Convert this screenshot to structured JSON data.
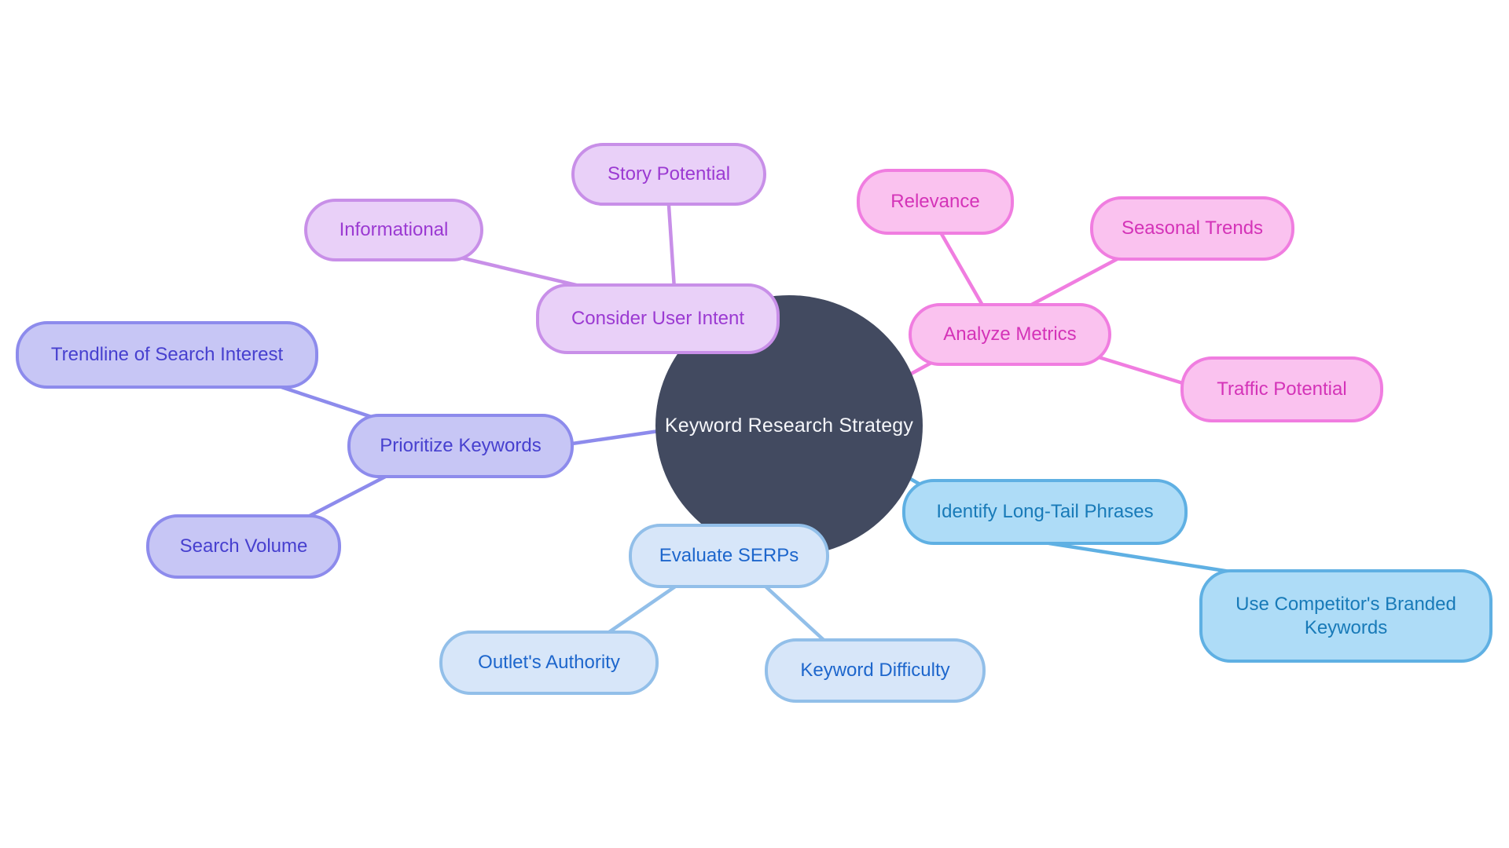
{
  "diagram": {
    "background": "#ffffff",
    "center": {
      "label": "Keyword Research Strategy"
    },
    "center_colors": {
      "fill": "#424a60",
      "text": "#f5f6fa"
    },
    "clusters": {
      "purple": {
        "fill": "#e9d0f8",
        "border": "#c88fe8",
        "text": "#9b3ad2"
      },
      "pink": {
        "fill": "#fac2ef",
        "border": "#f07de0",
        "text": "#d433b8"
      },
      "periwinkle": {
        "fill": "#c7c6f5",
        "border": "#8d8bec",
        "text": "#4740cf"
      },
      "lightblue": {
        "fill": "#d7e6f9",
        "border": "#92bfe9",
        "text": "#1d66cc"
      },
      "skyblue": {
        "fill": "#aedcf7",
        "border": "#5fb0e3",
        "text": "#187ab8"
      }
    },
    "nodes": {
      "consider_user_intent": {
        "label": "Consider User Intent",
        "cluster": "purple"
      },
      "informational": {
        "label": "Informational",
        "cluster": "purple"
      },
      "story_potential": {
        "label": "Story Potential",
        "cluster": "purple"
      },
      "analyze_metrics": {
        "label": "Analyze Metrics",
        "cluster": "pink"
      },
      "relevance": {
        "label": "Relevance",
        "cluster": "pink"
      },
      "seasonal_trends": {
        "label": "Seasonal Trends",
        "cluster": "pink"
      },
      "traffic_potential": {
        "label": "Traffic Potential",
        "cluster": "pink"
      },
      "prioritize_keywords": {
        "label": "Prioritize Keywords",
        "cluster": "periwinkle"
      },
      "trendline_of_search_interest": {
        "label": "Trendline of Search Interest",
        "cluster": "periwinkle"
      },
      "search_volume": {
        "label": "Search Volume",
        "cluster": "periwinkle"
      },
      "evaluate_serps": {
        "label": "Evaluate SERPs",
        "cluster": "lightblue"
      },
      "outlets_authority": {
        "label": "Outlet's Authority",
        "cluster": "lightblue"
      },
      "keyword_difficulty": {
        "label": "Keyword Difficulty",
        "cluster": "lightblue"
      },
      "identify_long_tail_phrases": {
        "label": "Identify Long-Tail Phrases",
        "cluster": "skyblue"
      },
      "use_competitors_branded_keywords": {
        "label": "Use Competitor's Branded Keywords",
        "cluster": "skyblue"
      }
    },
    "edges": [
      {
        "from": "center",
        "to": "consider_user_intent"
      },
      {
        "from": "consider_user_intent",
        "to": "informational"
      },
      {
        "from": "consider_user_intent",
        "to": "story_potential"
      },
      {
        "from": "center",
        "to": "analyze_metrics"
      },
      {
        "from": "analyze_metrics",
        "to": "relevance"
      },
      {
        "from": "analyze_metrics",
        "to": "seasonal_trends"
      },
      {
        "from": "analyze_metrics",
        "to": "traffic_potential"
      },
      {
        "from": "center",
        "to": "prioritize_keywords"
      },
      {
        "from": "prioritize_keywords",
        "to": "trendline_of_search_interest"
      },
      {
        "from": "prioritize_keywords",
        "to": "search_volume"
      },
      {
        "from": "center",
        "to": "evaluate_serps"
      },
      {
        "from": "evaluate_serps",
        "to": "outlets_authority"
      },
      {
        "from": "evaluate_serps",
        "to": "keyword_difficulty"
      },
      {
        "from": "center",
        "to": "identify_long_tail_phrases"
      },
      {
        "from": "identify_long_tail_phrases",
        "to": "use_competitors_branded_keywords"
      }
    ]
  }
}
